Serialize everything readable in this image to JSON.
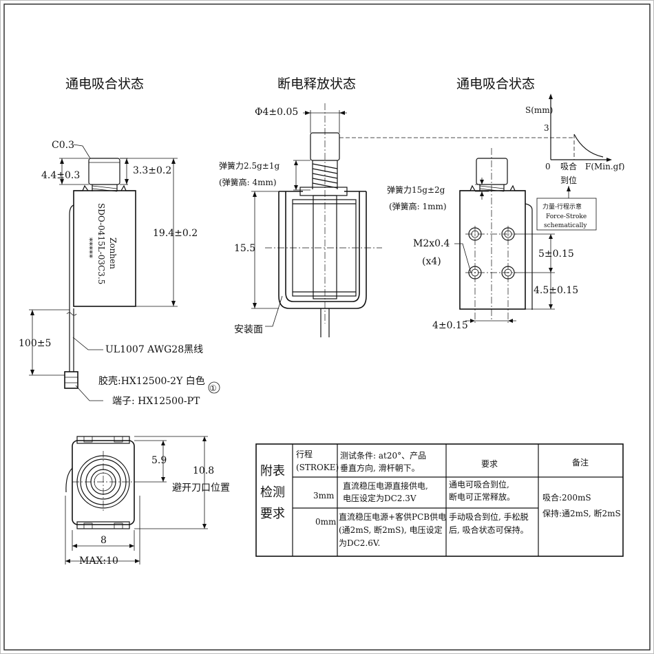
{
  "views": {
    "left_title": "通电吸合状态",
    "middle_title": "断电释放状态",
    "right_title": "通电吸合状态"
  },
  "left_view": {
    "chamfer": "C0.3",
    "plunger_dia": "4.4±0.3",
    "plunger_height": "3.3±0.2",
    "body_height": "19.4±0.2",
    "label_brand": "Zonhen",
    "label_model": "SDO-0415L-03C3.5",
    "label_code": "*****",
    "lead_length": "100±5",
    "wire_spec": "UL1007 AWG28黑线",
    "connector_housing": "胶壳:HX12500-2Y 白色",
    "connector_terminal": "端子: HX12500-PT",
    "circle_mark": "①"
  },
  "middle_view": {
    "plunger_dia": "Φ4±0.05",
    "spring_force": "弹簧力2.5g±1g",
    "spring_height": "(弹簧高: 4mm)",
    "length": "15.5",
    "mount_face": "安装面"
  },
  "right_view": {
    "spring_force": "弹簧力15g±2g",
    "spring_height": "(弹簧高: 1mm)",
    "thread": "M2x0.4",
    "thread_count": "(x4)",
    "hole_spacing_v": "5±0.15",
    "hole_offset_v": "4.5±0.15",
    "hole_spacing_h": "4±0.15",
    "graph_y": "S(mm)",
    "graph_x": "F(Min.gf)",
    "graph_y_tick": "3",
    "graph_origin": "0",
    "graph_pull_in": "吸合",
    "graph_in_place": "到位",
    "graph_note_cn": "力量-行程示意",
    "graph_note_en1": "Force-Stroke",
    "graph_note_en2": "schematically"
  },
  "bottom_view": {
    "dim_height": "10.8",
    "dim_center": "5.9",
    "dim_width": "8",
    "dim_max": "MAX:10",
    "note": "避开刀口位置"
  },
  "table": {
    "side_label": [
      "附表",
      "检测",
      "要求"
    ],
    "header_stroke": [
      "行程",
      "(STROKE)"
    ],
    "header_condition": [
      "测试条件: at20°、产品",
      "垂直方向, 滑杆朝下。"
    ],
    "header_requirement": "要求",
    "header_remark": "备注",
    "rows": [
      {
        "stroke": "3mm",
        "condition": [
          "直流稳压电源直接供电,",
          "电压设定为DC2.3V"
        ],
        "requirement": [
          "通电可吸合到位,",
          "断电可正常释放。"
        ]
      },
      {
        "stroke": "0mm",
        "condition": [
          "直流稳压电源+客供PCB供电",
          "(通2mS, 断2mS), 电压设定",
          "为DC2.6V."
        ],
        "requirement": [
          "手动吸合到位, 手松脱",
          "后, 吸合状态可保持。"
        ]
      }
    ],
    "remark": [
      "吸合:200mS",
      "保持:通2mS, 断2mS"
    ]
  }
}
